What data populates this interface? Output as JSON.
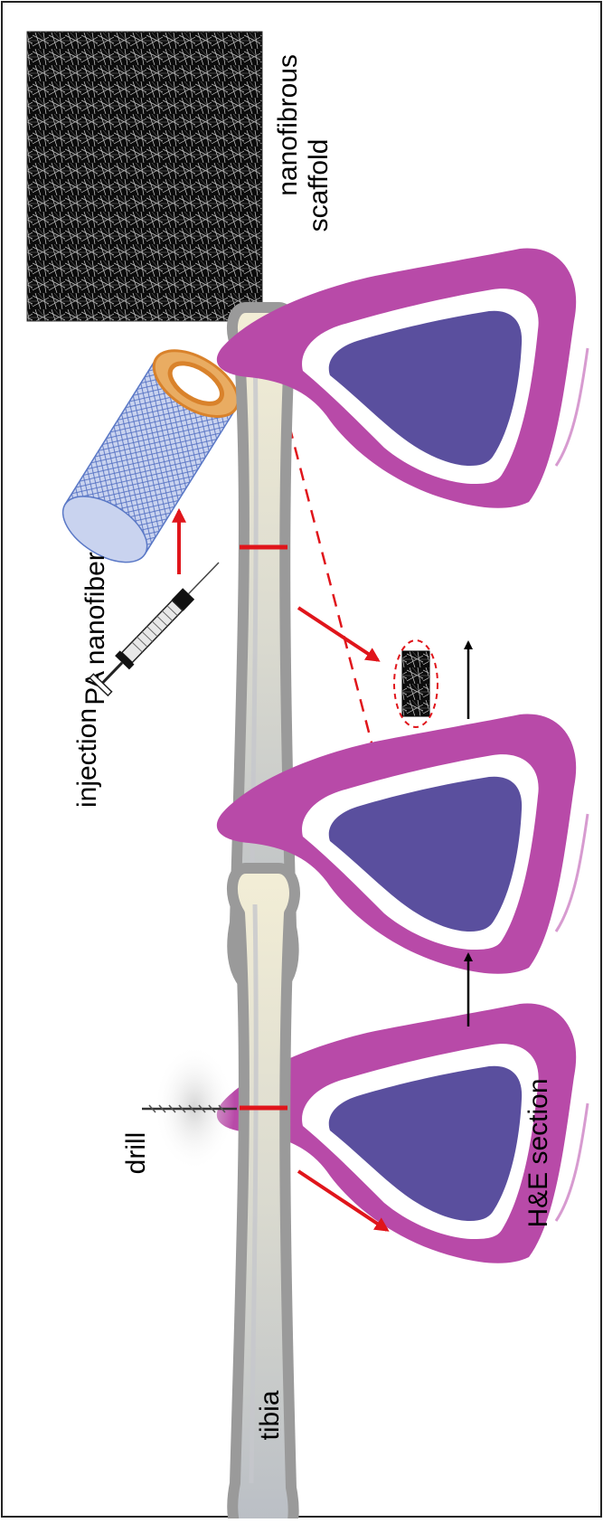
{
  "labels": {
    "nanofibrous_line1": "nanofibrous",
    "nanofibrous_line2": "scaffold",
    "pa_nanofiber": "PA nanofiber",
    "injection": "injection",
    "drill": "drill",
    "tibia": "tibia",
    "he_section": "H&E section"
  },
  "colors": {
    "red": "#e0151b",
    "tissue_pink": "#b84aa8",
    "marrow_purple": "#5a4f9e",
    "bone_halo": "#9a9a9a",
    "scaffold_dark": "#101010",
    "fiber_orange": "#d9822b",
    "fiber_blue": "#5a78c6"
  }
}
